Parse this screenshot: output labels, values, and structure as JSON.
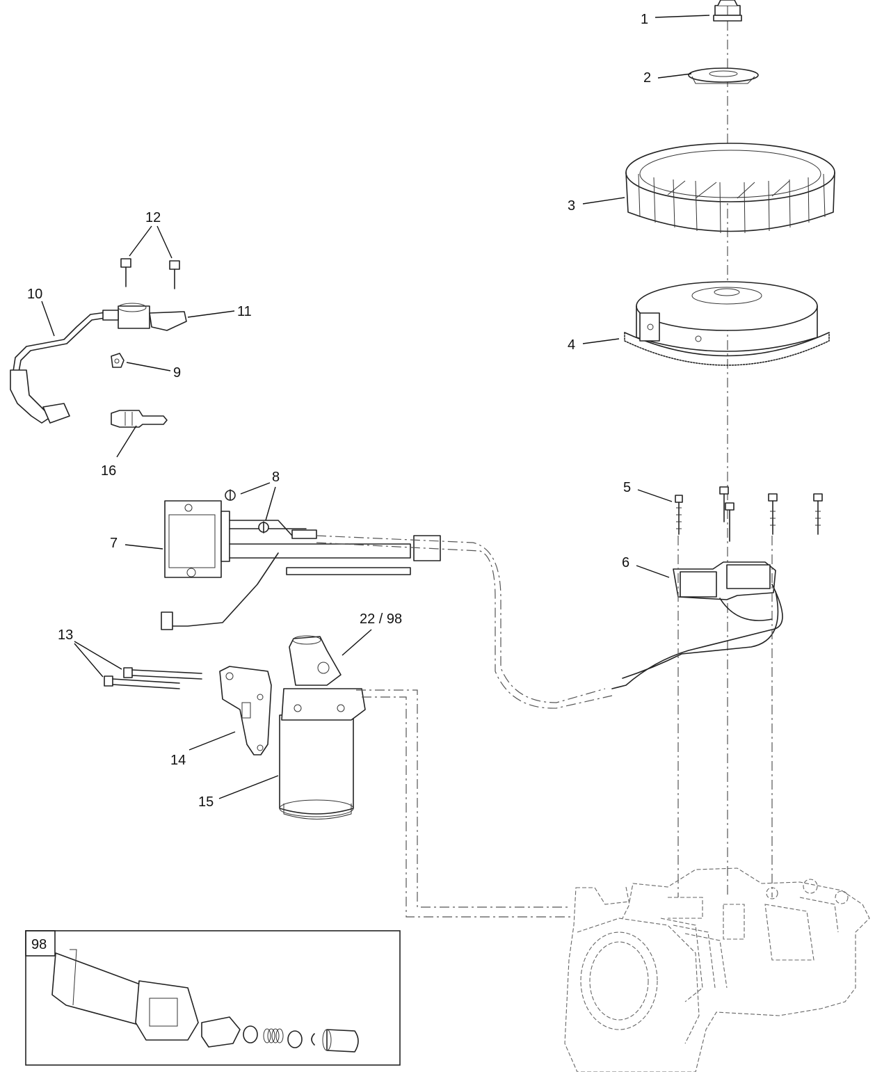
{
  "diagram": {
    "callouts": {
      "c1": "1",
      "c2": "2",
      "c3": "3",
      "c4": "4",
      "c5": "5",
      "c6": "6",
      "c7": "7",
      "c8": "8",
      "c9": "9",
      "c10": "10",
      "c11": "11",
      "c12": "12",
      "c13": "13",
      "c14": "14",
      "c15": "15",
      "c16": "16",
      "c22_98": "22 / 98"
    },
    "inset": {
      "label": "98"
    }
  }
}
